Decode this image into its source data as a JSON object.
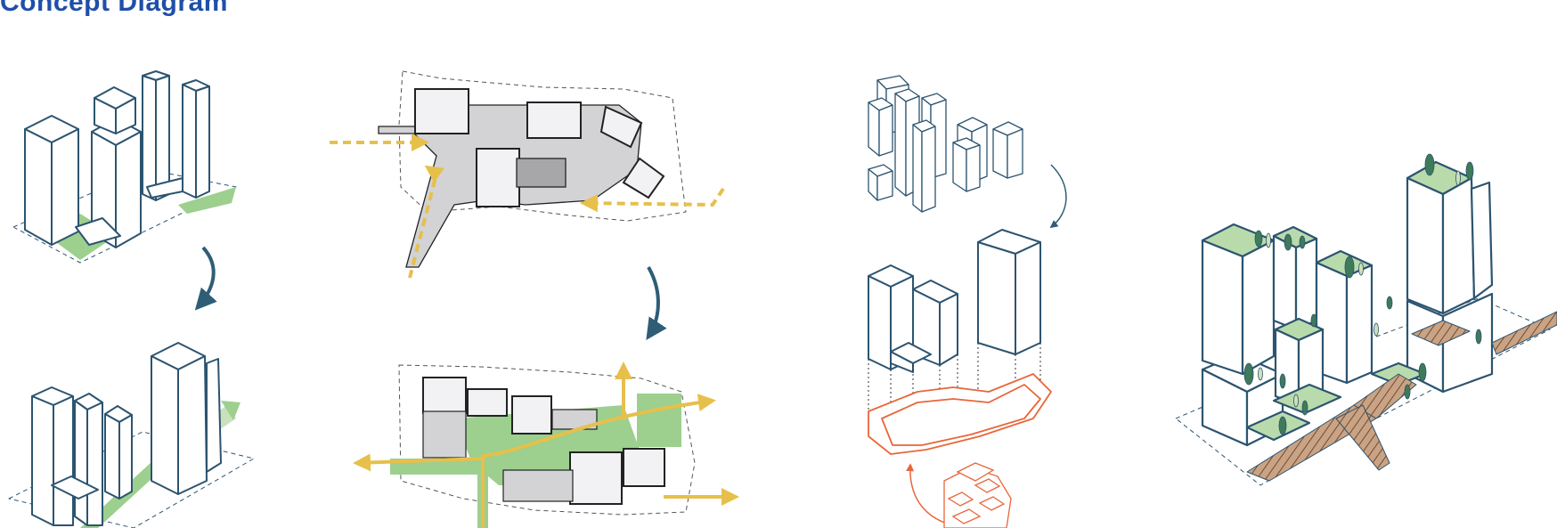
{
  "title": "Concept Diagram",
  "colors": {
    "outline": "#2c5470",
    "green": "#9dcf8e",
    "green_light": "#c9e2bd",
    "green_roof": "#b9dbac",
    "yellow": "#e6c04a",
    "orange": "#e8663a",
    "gray_fill": "#d3d3d5",
    "gray_dark": "#a7a7a9",
    "white_box": "#f2f2f4",
    "arrow": "#2f5d76",
    "wood": "#b98c6a"
  },
  "panels": [
    {
      "id": "massing-to-greenway",
      "icon": "tower-massing"
    },
    {
      "id": "site-plan-flows",
      "icon": "site-plan"
    },
    {
      "id": "fragment-to-podium",
      "icon": "podium-explode"
    },
    {
      "id": "final-axonometric",
      "icon": "axonometric"
    }
  ]
}
